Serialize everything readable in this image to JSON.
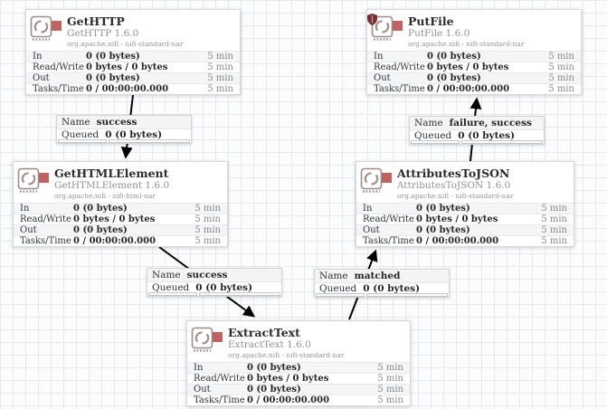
{
  "app": {
    "title": "Apache NiFi flow canvas"
  },
  "colors": {
    "stopped_indicator": "#c0625f",
    "restricted_shield": "#7a3030",
    "grid_line": "#e5e9ec",
    "connection_line": "#000000",
    "row_alt_bg": "#f4f5f6"
  },
  "processors": [
    {
      "name": "GetHTTP",
      "type_version": "GetHTTP 1.6.0",
      "bundle": "org.apache.nifi - nifi-standard-nar",
      "state": "stopped",
      "restricted": false,
      "stats": [
        {
          "label": "In",
          "value": "0 (0 bytes)",
          "window": "5 min"
        },
        {
          "label": "Read/Write",
          "value": "0 bytes / 0 bytes",
          "window": "5 min"
        },
        {
          "label": "Out",
          "value": "0 (0 bytes)",
          "window": "5 min"
        },
        {
          "label": "Tasks/Time",
          "value": "0 / 00:00:00.000",
          "window": "5 min"
        }
      ]
    },
    {
      "name": "PutFile",
      "type_version": "PutFile 1.6.0",
      "bundle": "org.apache.nifi - nifi-standard-nar",
      "state": "stopped",
      "restricted": true,
      "stats": [
        {
          "label": "In",
          "value": "0 (0 bytes)",
          "window": "5 min"
        },
        {
          "label": "Read/Write",
          "value": "0 bytes / 0 bytes",
          "window": "5 min"
        },
        {
          "label": "Out",
          "value": "0 (0 bytes)",
          "window": "5 min"
        },
        {
          "label": "Tasks/Time",
          "value": "0 / 00:00:00.000",
          "window": "5 min"
        }
      ]
    },
    {
      "name": "GetHTMLElement",
      "type_version": "GetHTMLElement 1.6.0",
      "bundle": "org.apache.nifi - nifi-html-nar",
      "state": "stopped",
      "restricted": false,
      "stats": [
        {
          "label": "In",
          "value": "0 (0 bytes)",
          "window": "5 min"
        },
        {
          "label": "Read/Write",
          "value": "0 bytes / 0 bytes",
          "window": "5 min"
        },
        {
          "label": "Out",
          "value": "0 (0 bytes)",
          "window": "5 min"
        },
        {
          "label": "Tasks/Time",
          "value": "0 / 00:00:00.000",
          "window": "5 min"
        }
      ]
    },
    {
      "name": "AttributesToJSON",
      "type_version": "AttributesToJSON 1.6.0",
      "bundle": "org.apache.nifi - nifi-standard-nar",
      "state": "stopped",
      "restricted": false,
      "stats": [
        {
          "label": "In",
          "value": "0 (0 bytes)",
          "window": "5 min"
        },
        {
          "label": "Read/Write",
          "value": "0 bytes / 0 bytes",
          "window": "5 min"
        },
        {
          "label": "Out",
          "value": "0 (0 bytes)",
          "window": "5 min"
        },
        {
          "label": "Tasks/Time",
          "value": "0 / 00:00:00.000",
          "window": "5 min"
        }
      ]
    },
    {
      "name": "ExtractText",
      "type_version": "ExtractText 1.6.0",
      "bundle": "org.apache.nifi - nifi-standard-nar",
      "state": "stopped",
      "restricted": false,
      "stats": [
        {
          "label": "In",
          "value": "0 (0 bytes)",
          "window": "5 min"
        },
        {
          "label": "Read/Write",
          "value": "0 bytes / 0 bytes",
          "window": "5 min"
        },
        {
          "label": "Out",
          "value": "0 (0 bytes)",
          "window": "5 min"
        },
        {
          "label": "Tasks/Time",
          "value": "0 / 00:00:00.000",
          "window": "5 min"
        }
      ]
    }
  ],
  "connections": [
    {
      "from": "GetHTTP",
      "to": "GetHTMLElement",
      "name_label": "Name",
      "name": "success",
      "queued_label": "Queued",
      "queued": "0 (0 bytes)"
    },
    {
      "from": "AttributesToJSON",
      "to": "PutFile",
      "name_label": "Name",
      "name": "failure, success",
      "queued_label": "Queued",
      "queued": "0 (0 bytes)"
    },
    {
      "from": "GetHTMLElement",
      "to": "ExtractText",
      "name_label": "Name",
      "name": "success",
      "queued_label": "Queued",
      "queued": "0 (0 bytes)"
    },
    {
      "from": "ExtractText",
      "to": "AttributesToJSON",
      "name_label": "Name",
      "name": "matched",
      "queued_label": "Queued",
      "queued": "0 (0 bytes)"
    }
  ]
}
